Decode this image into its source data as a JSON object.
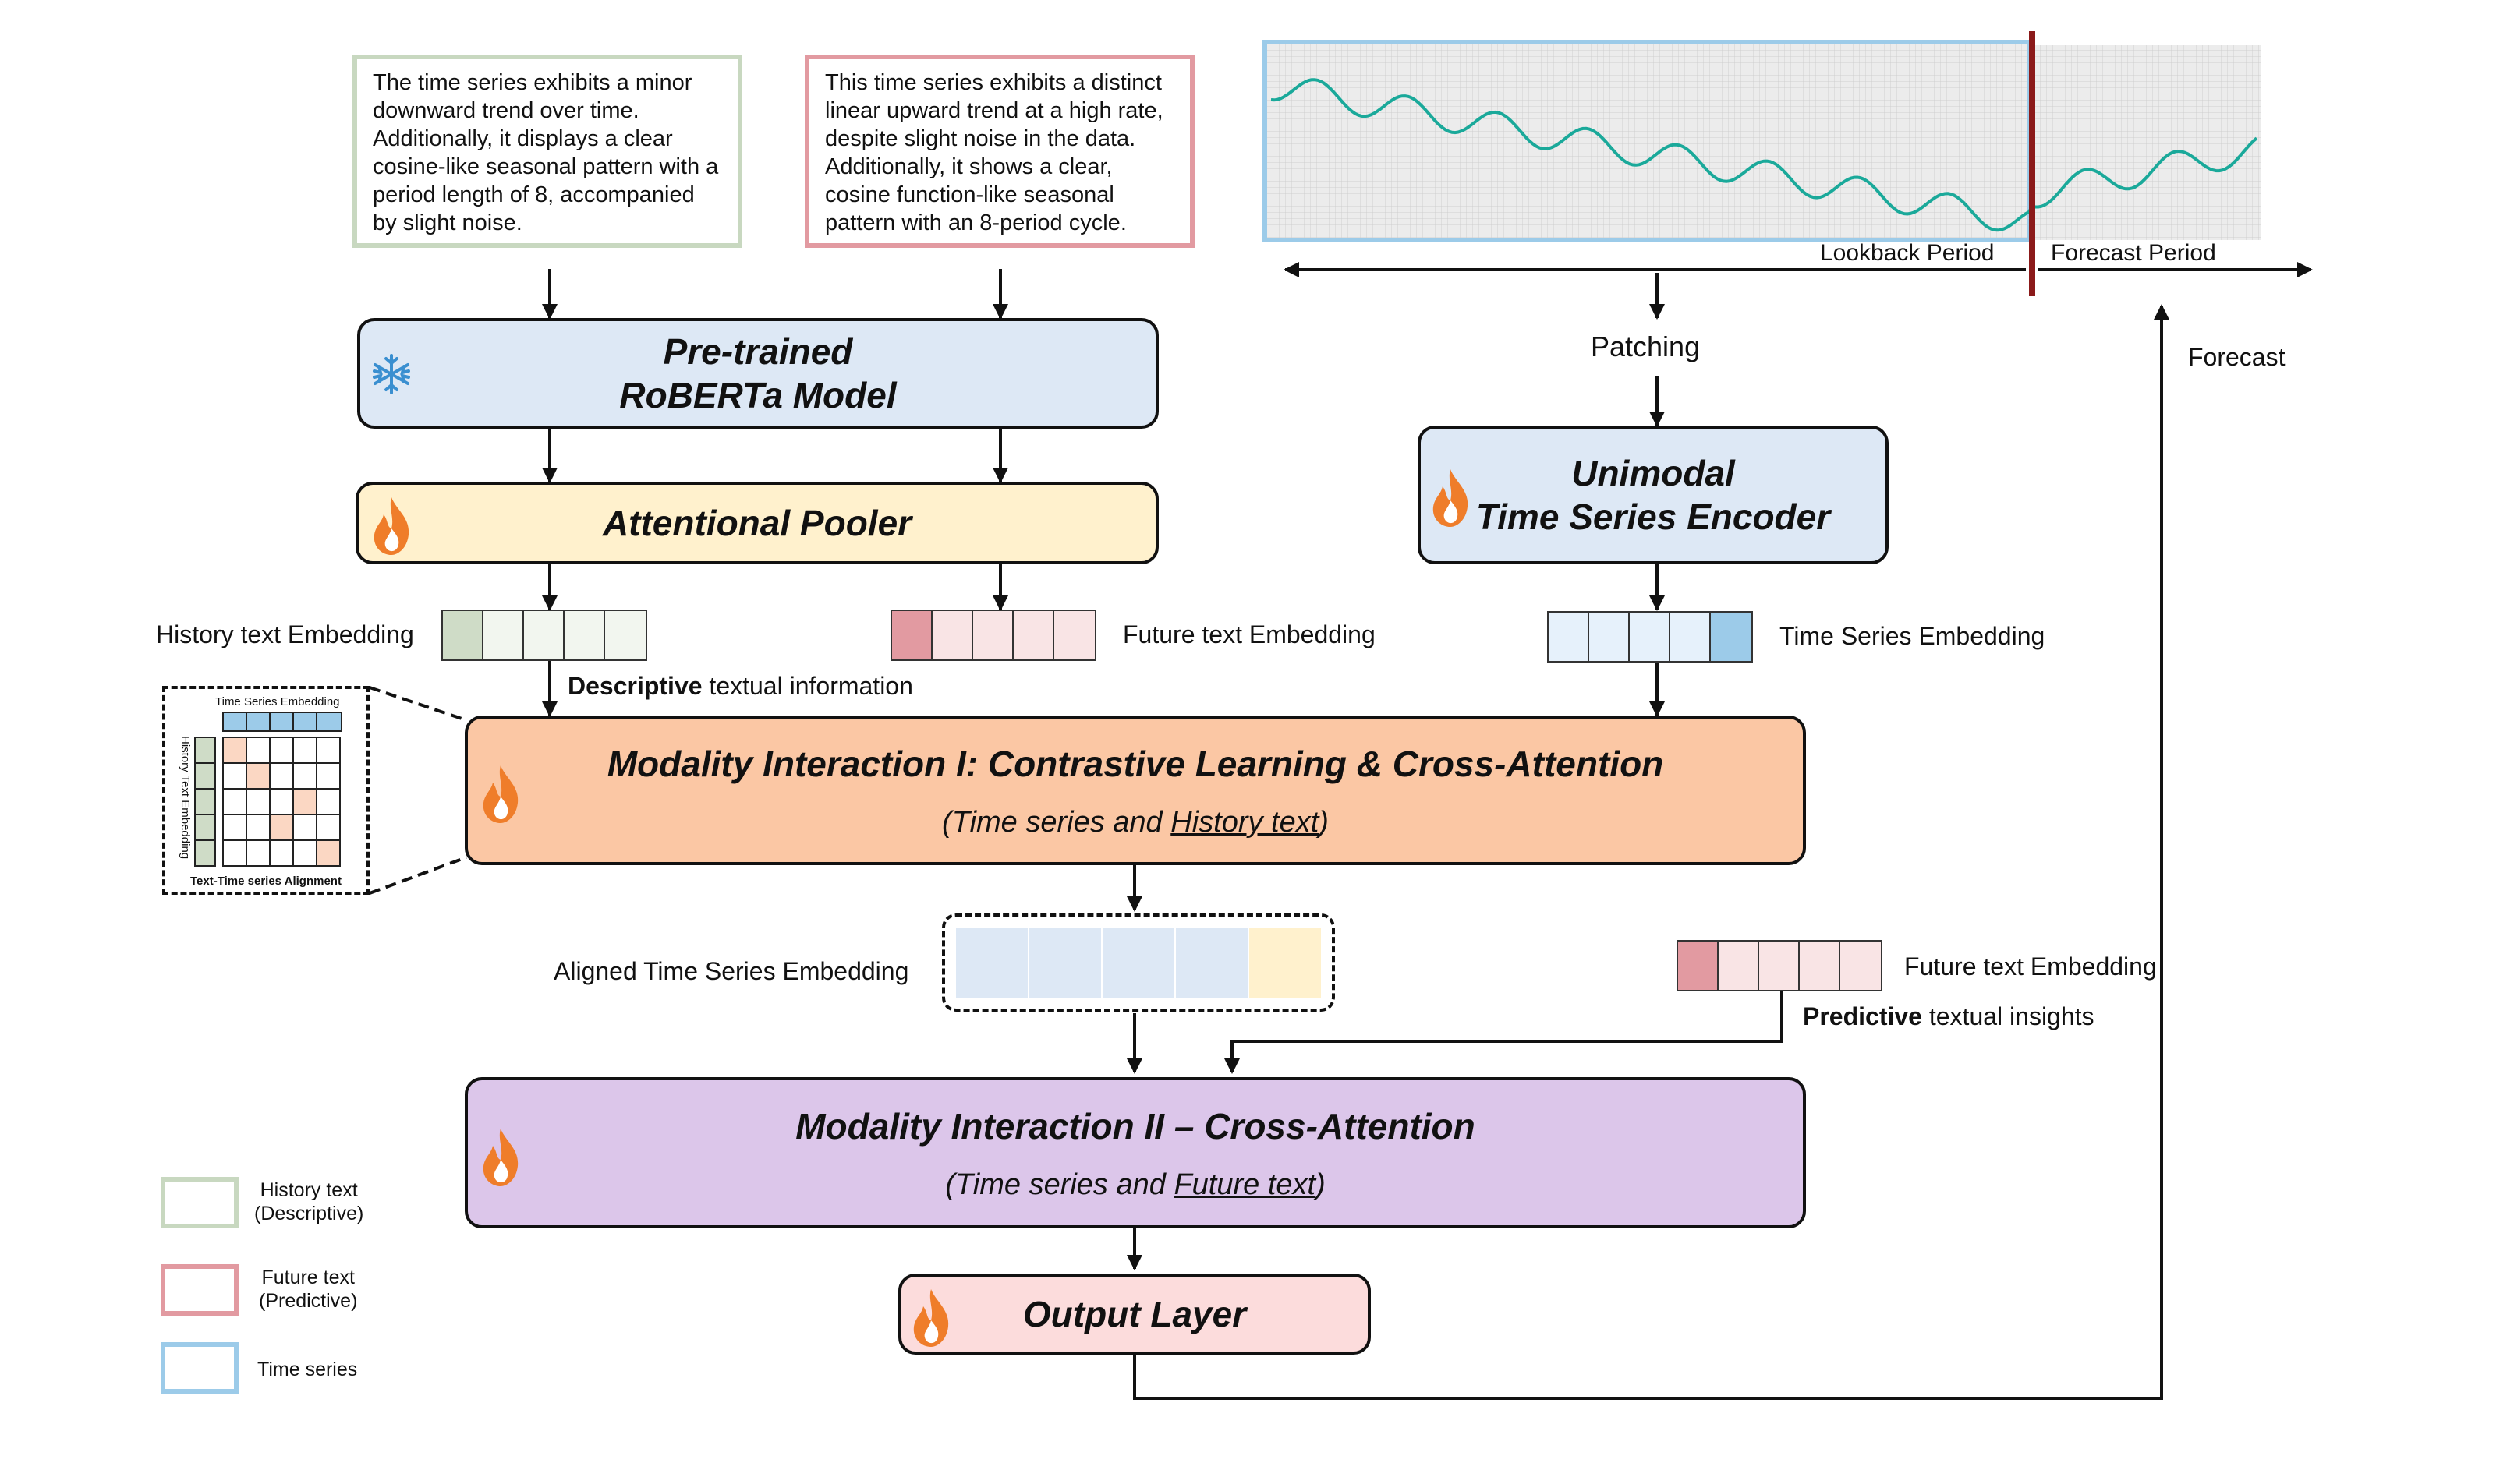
{
  "history_text": "The time series exhibits a minor downward trend over time. Additionally, it displays a clear cosine-like seasonal pattern with a period length of 8, accompanied by slight noise.",
  "future_text": "This time series exhibits a distinct linear upward trend at a high rate, despite slight noise in the data. Additionally, it shows a clear, cosine function-like seasonal pattern with an 8-period cycle.",
  "time_series": {
    "lookback_label": "Lookback Period",
    "forecast_label": "Forecast Period"
  },
  "blocks": {
    "roberta_line1": "Pre-trained",
    "roberta_line2": "RoBERTa Model",
    "pooler": "Attentional Pooler",
    "encoder_line1": "Unimodal",
    "encoder_line2": "Time Series Encoder",
    "mi1_title": "Modality Interaction I: Contrastive Learning & Cross-Attention",
    "mi1_sub_pre": "(Time series and ",
    "mi1_sub_link": "History text",
    "mi1_sub_post": ")",
    "mi2_title": "Modality Interaction II – Cross-Attention",
    "mi2_sub_pre": "(Time series and ",
    "mi2_sub_link": "Future text",
    "mi2_sub_post": ")",
    "output": "Output Layer"
  },
  "labels": {
    "patching": "Patching",
    "forecast": "Forecast",
    "history_emb": "History text Embedding",
    "future_emb": "Future text Embedding",
    "ts_emb": "Time Series Embedding",
    "descriptive_bold": "Descriptive",
    "descriptive_rest": " textual information",
    "aligned_emb": "Aligned Time Series Embedding",
    "future_emb2": "Future text Embedding",
    "predictive_bold": "Predictive",
    "predictive_rest": " textual insights"
  },
  "inset": {
    "top_label": "Time Series Embedding",
    "side_label": "History Text Embedding",
    "bottom_label": "Text-Time series Alignment"
  },
  "legend": {
    "history_l1": "History text",
    "history_l2": "(Descriptive)",
    "future_l1": "Future text",
    "future_l2": "(Predictive)",
    "ts": "Time series"
  },
  "colors": {
    "history_border": "#c8d8c0",
    "future_border": "#e29aa1",
    "ts_border": "#9ccbe9",
    "wave": "#1aa99a",
    "divider": "#8b1a1a"
  },
  "icons": {
    "frozen": "snowflake-icon",
    "trainable": "flame-icon"
  }
}
